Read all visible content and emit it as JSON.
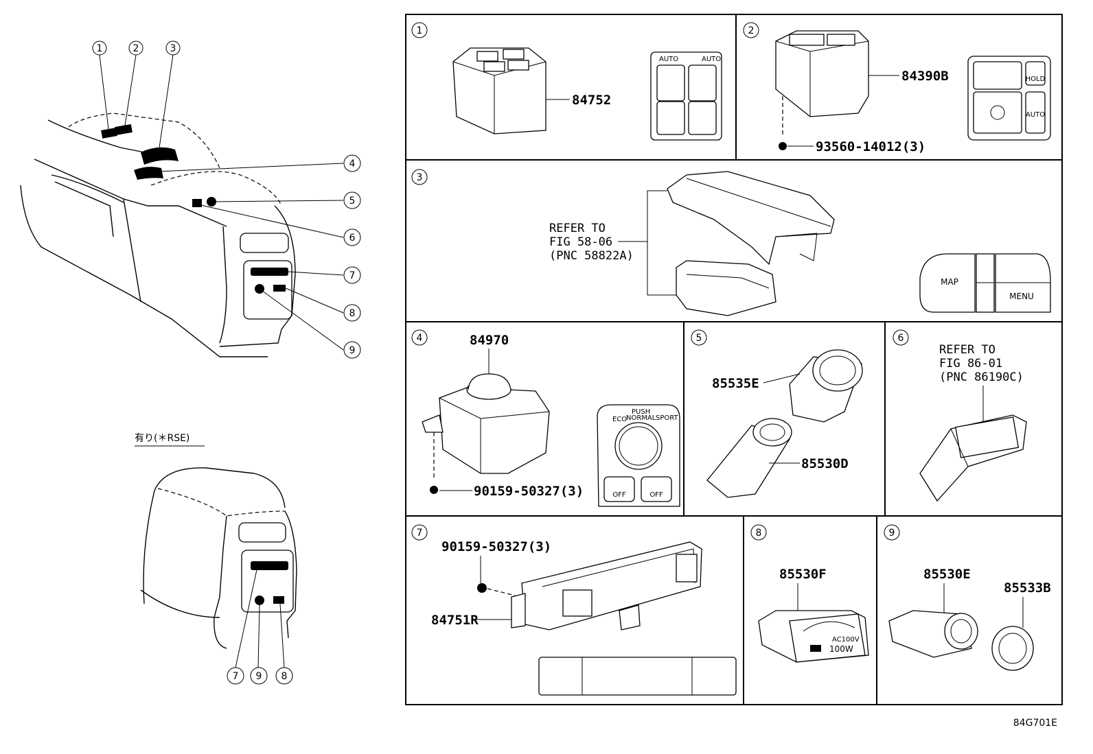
{
  "overview": {
    "callouts": [
      "1",
      "2",
      "3",
      "4",
      "5",
      "6",
      "7",
      "8",
      "9"
    ],
    "rse_callouts": [
      "7",
      "9",
      "8"
    ],
    "rse_label": "有り(＊RSE)"
  },
  "panels": [
    {
      "id": "1",
      "parts": [
        "84752"
      ]
    },
    {
      "id": "2",
      "parts": [
        "84390B",
        "93560-14012(3)"
      ]
    },
    {
      "id": "3",
      "ref": [
        "REFER TO",
        "FIG 58-06",
        "(PNC 58822A)"
      ],
      "keys": [
        "MAP",
        "MENU"
      ]
    },
    {
      "id": "4",
      "parts": [
        "84970",
        "90159-50327(3)"
      ],
      "knob": [
        "ECO",
        "PUSH",
        "NORMAL",
        "SPORT",
        "OFF",
        "OFF"
      ]
    },
    {
      "id": "5",
      "parts": [
        "85535E",
        "85530D"
      ]
    },
    {
      "id": "6",
      "ref": [
        "REFER TO",
        "FIG 86-01",
        "(PNC 86190C)"
      ]
    },
    {
      "id": "7",
      "parts": [
        "90159-50327(3)",
        "84751R"
      ]
    },
    {
      "id": "8",
      "parts": [
        "85530F"
      ],
      "outlet": [
        "AC100V",
        "100W"
      ]
    },
    {
      "id": "9",
      "parts": [
        "85530E",
        "85533B"
      ]
    }
  ],
  "switch_labels": {
    "auto": "AUTO",
    "hold": "HOLD"
  },
  "diagram_code": "84G701E"
}
